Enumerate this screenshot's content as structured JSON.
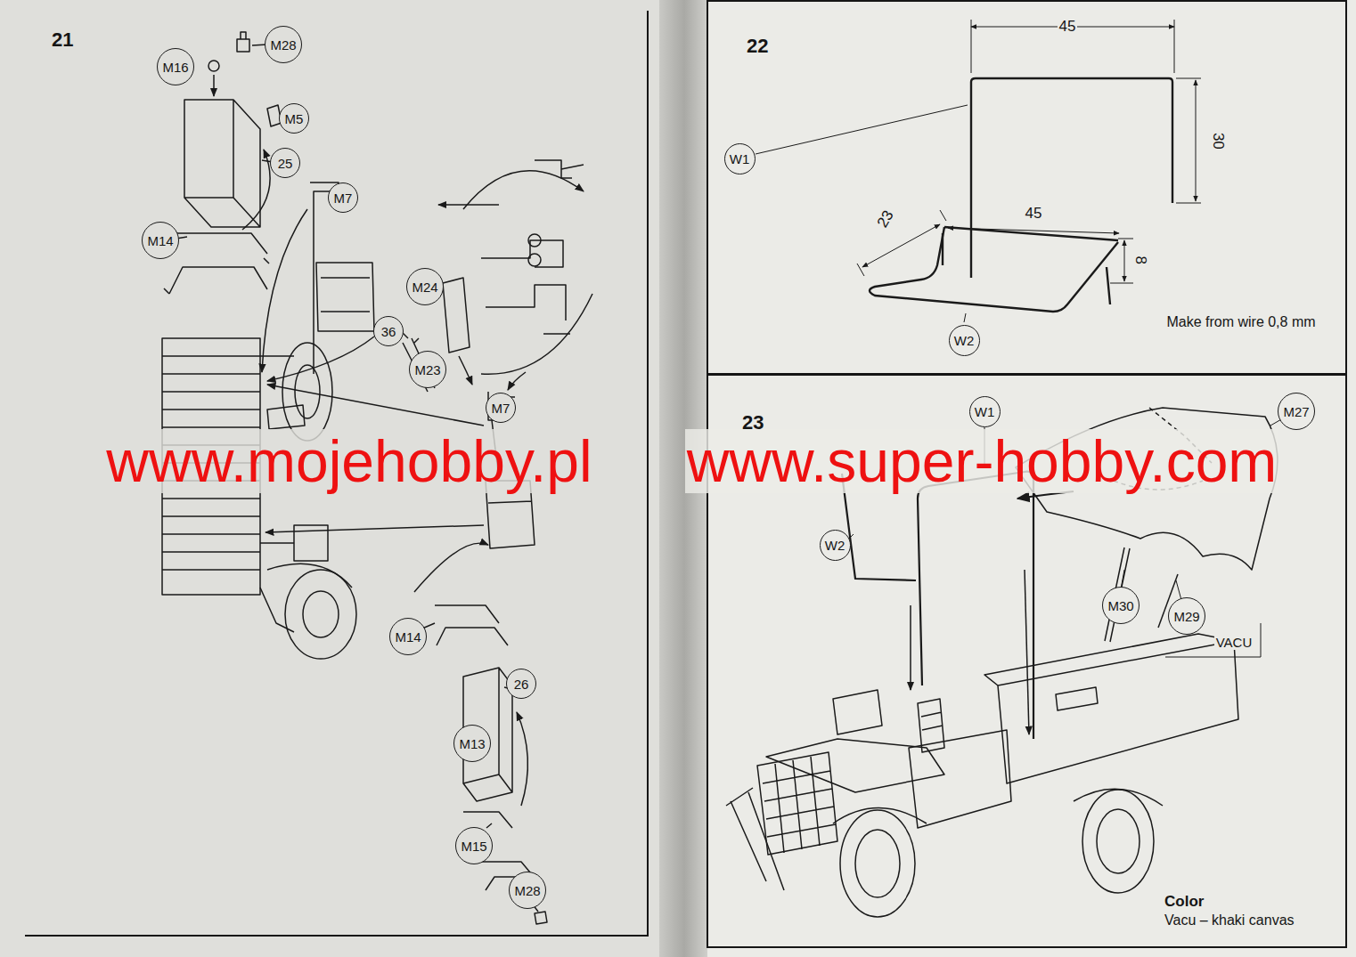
{
  "diagram": {
    "nodes": [
      {
        "text": [
          "21"
        ]
      },
      {
        "text": [
          "M16"
        ],
        "in": 0
      },
      {
        "text": [
          "M28"
        ],
        "in": 0
      },
      {
        "text": [
          "M5"
        ],
        "in": 0
      },
      {
        "text": [
          "25"
        ],
        "in": 0
      },
      {
        "text": [
          "M14"
        ],
        "in": 0
      },
      {
        "text": [
          "M7"
        ],
        "in": 0
      },
      {
        "text": [
          "M24"
        ],
        "in": 0
      },
      {
        "text": [
          "36"
        ],
        "in": 0
      },
      {
        "text": [
          "M23"
        ],
        "in": 0
      },
      {
        "text": [
          "M7"
        ],
        "in": 0
      },
      {
        "text": [
          "M14"
        ],
        "in": 0
      },
      {
        "text": [
          "26"
        ],
        "in": 0
      },
      {
        "text": [
          "M13"
        ],
        "in": 0
      },
      {
        "text": [
          "M15"
        ],
        "in": 0
      },
      {
        "text": [
          "M28"
        ],
        "in": 0
      },
      {
        "text": [
          "22"
        ]
      },
      {
        "text": [
          "W1"
        ],
        "in": 16
      },
      {
        "text": [
          "W2"
        ],
        "in": 16
      },
      {
        "text": [
          "23"
        ]
      },
      {
        "text": [
          "W1"
        ],
        "in": 19
      },
      {
        "text": [
          "M27"
        ],
        "in": 19
      },
      {
        "text": [
          "W2"
        ],
        "in": 19
      },
      {
        "text": [
          "M30"
        ],
        "in": 19
      },
      {
        "text": [
          "M29"
        ],
        "in": 19
      }
    ],
    "labels": [
      "45",
      "30",
      "23",
      "45",
      "8",
      "Make from wire 0,8 mm",
      "www.mojehobby.pl",
      "www.super-hobby.com",
      "VACU",
      "Color",
      "Vacu – khaki canvas"
    ]
  }
}
